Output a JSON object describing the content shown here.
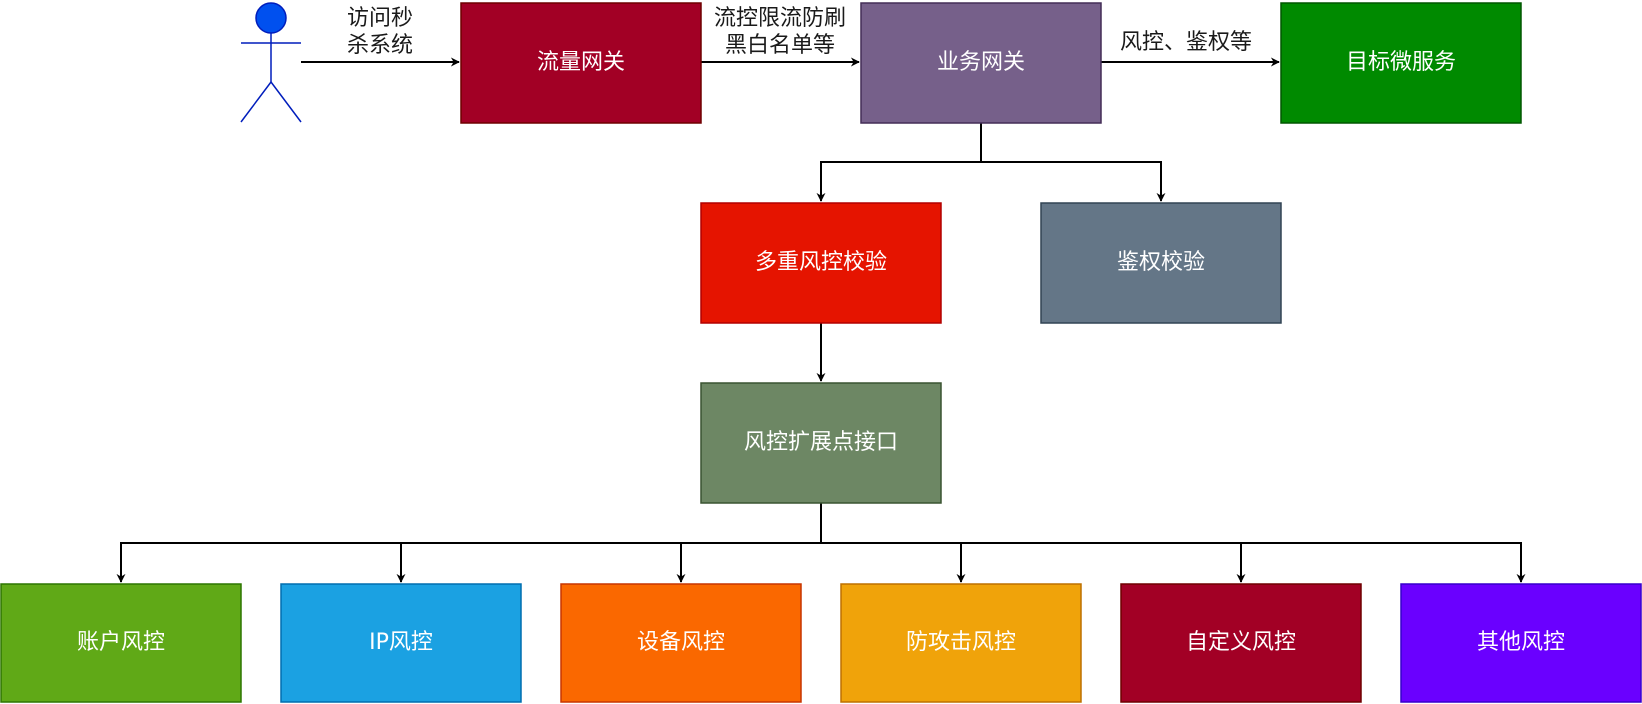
{
  "actor": {
    "fill": "#0050ef",
    "stroke": "#001dbc"
  },
  "nodes": {
    "traffic_gateway": {
      "label": "流量网关",
      "fill": "#a20025",
      "stroke": "#6f0000"
    },
    "business_gateway": {
      "label": "业务网关",
      "fill": "#76608a",
      "stroke": "#432d57"
    },
    "target_service": {
      "label": "目标微服务",
      "fill": "#008a00",
      "stroke": "#005700"
    },
    "multi_risk_check": {
      "label": "多重风控校验",
      "fill": "#e51400",
      "stroke": "#b20000"
    },
    "auth_check": {
      "label": "鉴权校验",
      "fill": "#647687",
      "stroke": "#314354"
    },
    "risk_extension": {
      "label": "风控扩展点接口",
      "fill": "#6d8764",
      "stroke": "#3a5431"
    },
    "account_risk": {
      "label": "账户风控",
      "fill": "#60a917",
      "stroke": "#2d7600"
    },
    "ip_risk": {
      "label": "IP风控",
      "fill": "#1ba1e2",
      "stroke": "#006eaf"
    },
    "device_risk": {
      "label": "设备风控",
      "fill": "#fa6800",
      "stroke": "#c73500"
    },
    "anti_attack_risk": {
      "label": "防攻击风控",
      "fill": "#f0a30a",
      "stroke": "#bd7000"
    },
    "custom_risk": {
      "label": "自定义风控",
      "fill": "#a20025",
      "stroke": "#6f0000"
    },
    "other_risk": {
      "label": "其他风控",
      "fill": "#6a00ff",
      "stroke": "#3700cc"
    }
  },
  "edge_labels": {
    "visit": [
      "访问秒",
      "杀系统"
    ],
    "throttle": [
      "流控限流防刷",
      "黑白名单等"
    ],
    "auth": "风控、鉴权等"
  }
}
